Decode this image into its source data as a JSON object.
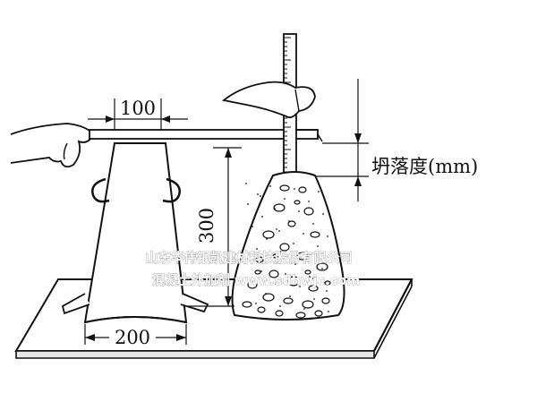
{
  "diagram": {
    "label_top_width": "100",
    "label_height": "300",
    "label_bottom_width": "200",
    "label_slump": "坍落度(mm)"
  },
  "watermark": {
    "line1": "山东华伟银凯建材科技股份有限公司",
    "line2": "混凝土外加剂  www.sdhwjc.com"
  }
}
